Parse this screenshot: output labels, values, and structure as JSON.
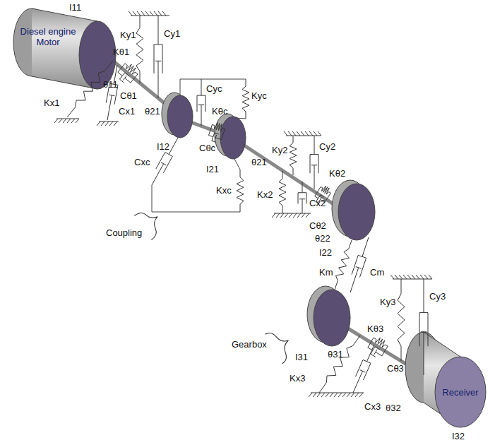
{
  "diagram": {
    "nodes": [
      {
        "text": [
          "Diesel engine Motor"
        ]
      },
      {
        "text": [
          "Receiver"
        ]
      }
    ],
    "labels": [
      "I11",
      "Ky1",
      "Cy1",
      "Kθ1",
      "Cθ1",
      "θ11",
      "θ21",
      "Kx1",
      "Cx1",
      "I12",
      "Cyc",
      "Kyc",
      "Kθc",
      "Cθc",
      "I21",
      "θ21",
      "Cxc",
      "Kxc",
      "Kx2",
      "Cx2",
      "Ky2",
      "Cy2",
      "Kθ2",
      "Cθ2",
      "θ22",
      "I22",
      "Coupling",
      "Km",
      "Cm",
      "Ky3",
      "Cy3",
      "I31",
      "Kθ3",
      "Gearbox",
      "θ31",
      "Cθ3",
      "θ32",
      "Kx3",
      "Cx3",
      "I32"
    ]
  }
}
